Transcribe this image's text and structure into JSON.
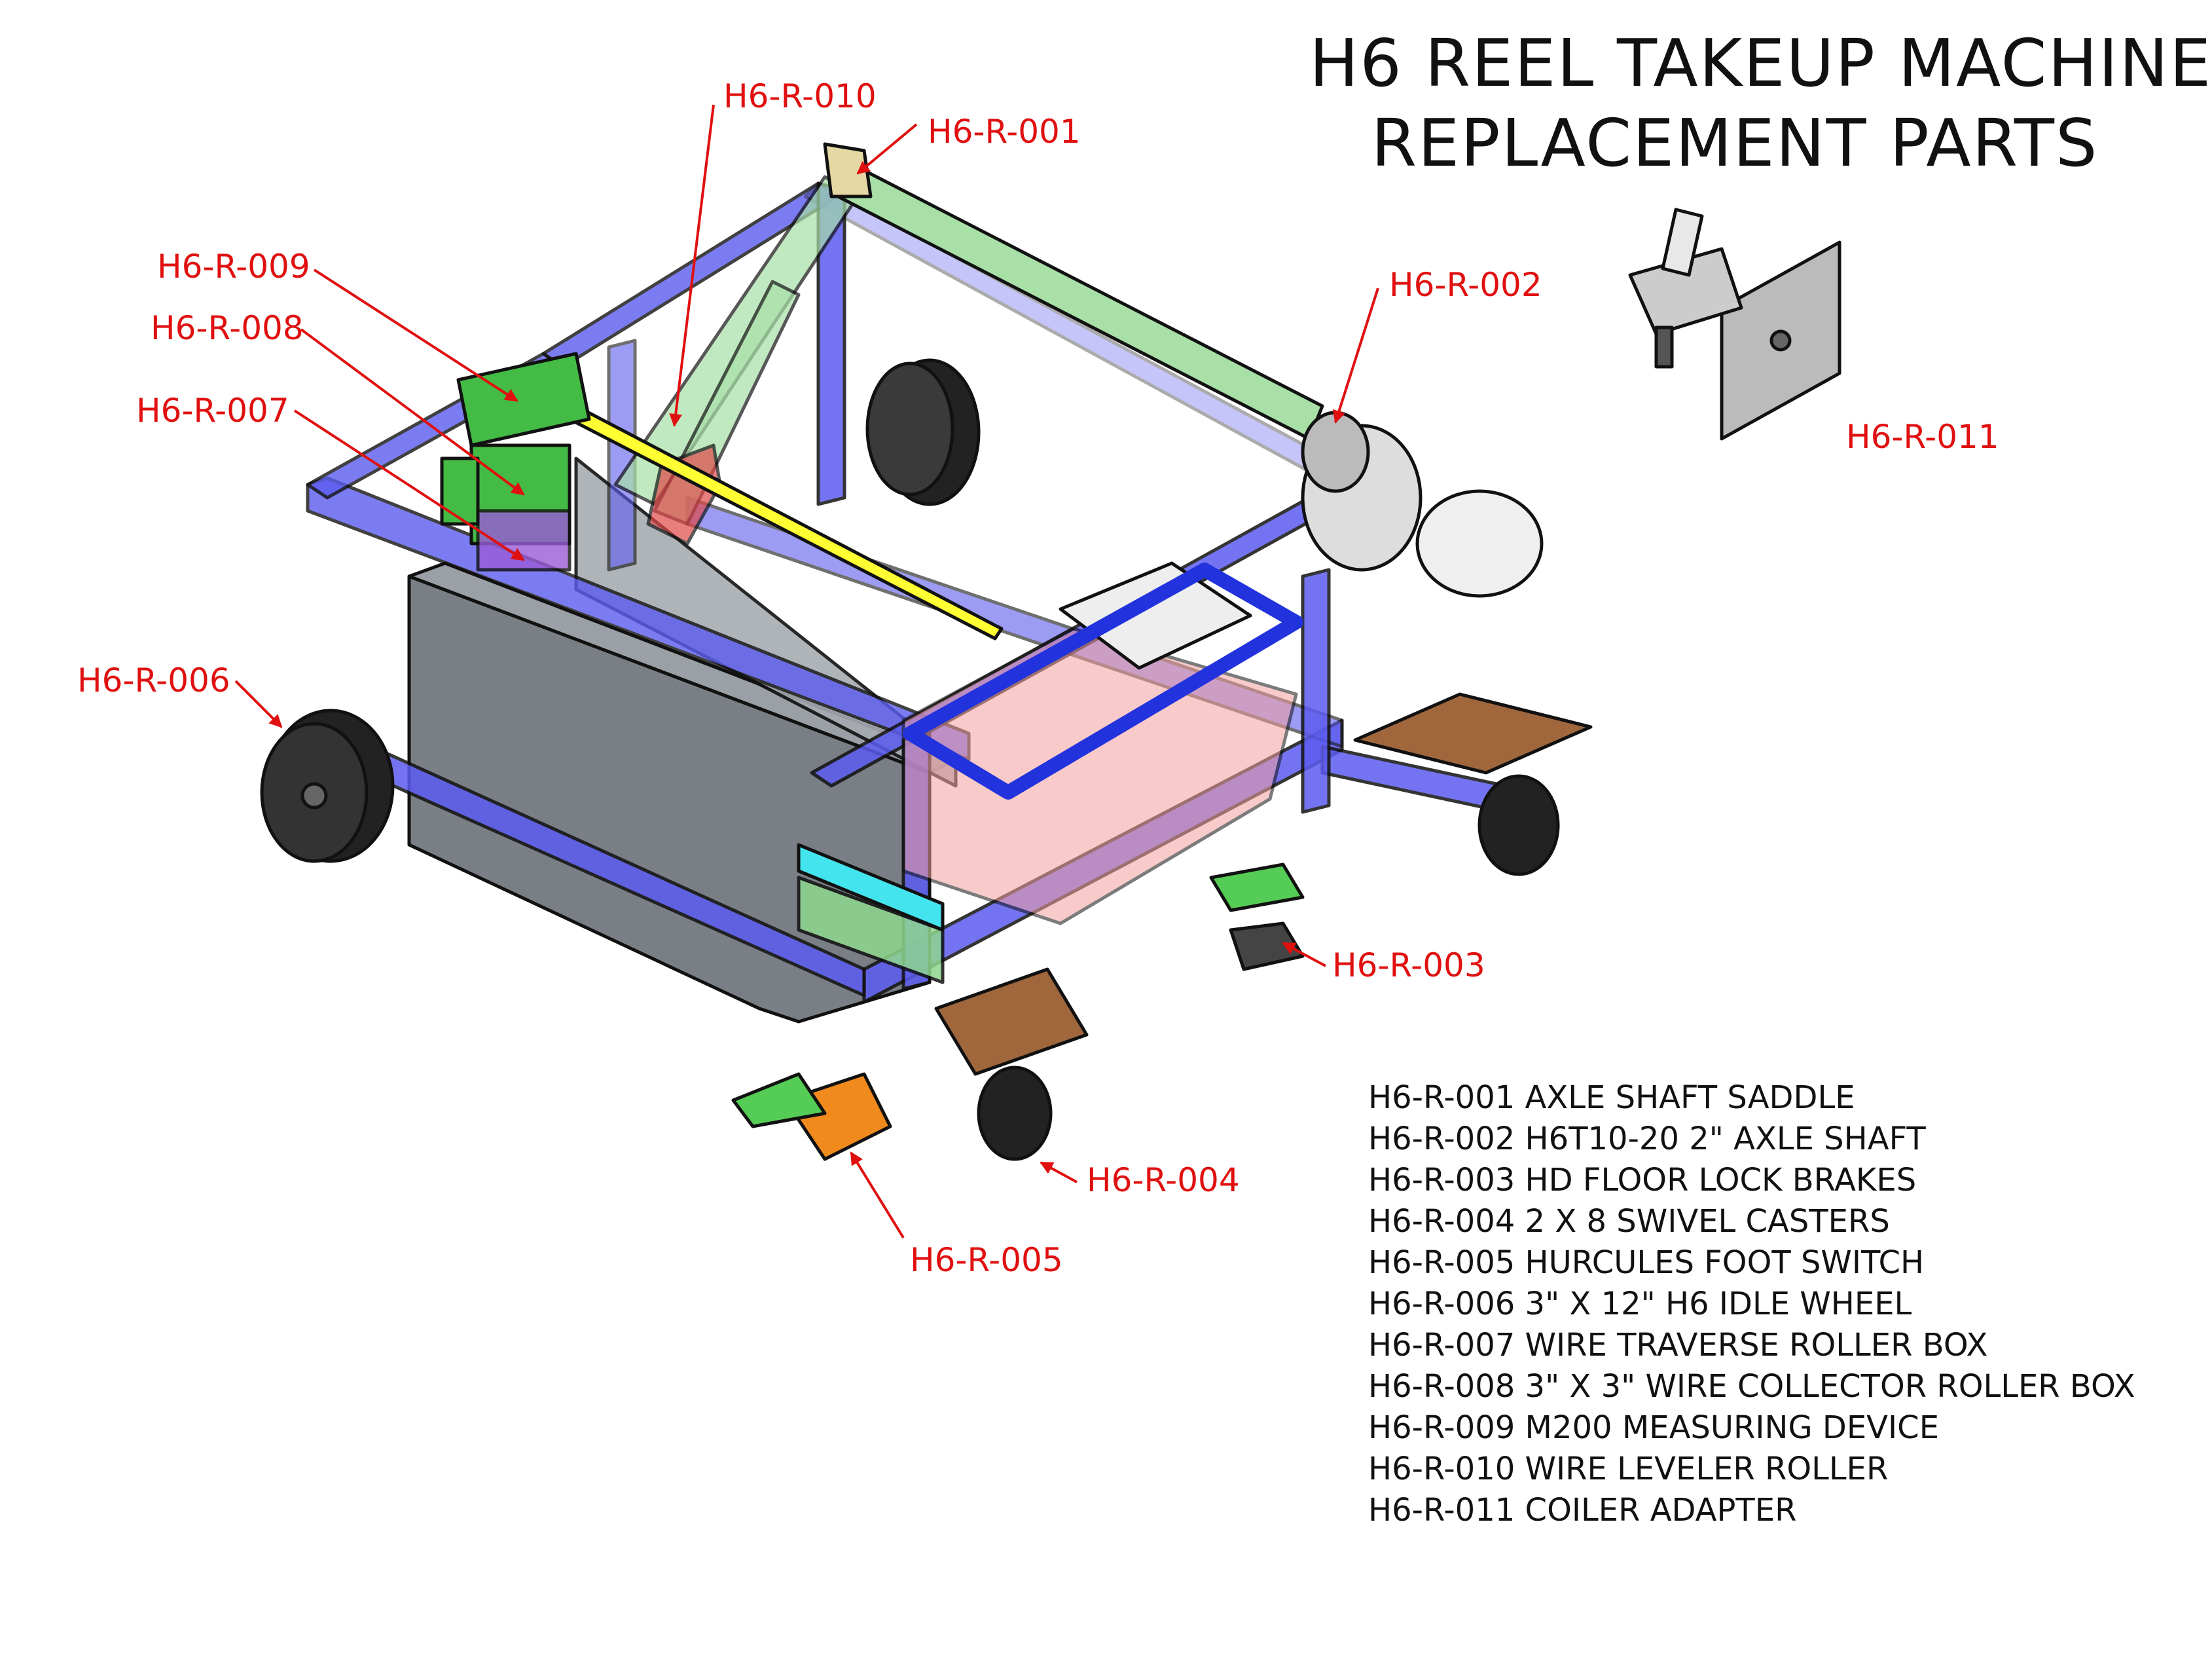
{
  "title": {
    "line1": "H6 REEL TAKEUP MACHINE",
    "line2": "REPLACEMENT PARTS"
  },
  "colors": {
    "callout": "#e01010",
    "frame": "#5c5cf0",
    "roller_green": "#a8e0a8",
    "yellow_bar": "#ffff33",
    "cyan_bar": "#44e4ee",
    "wheel": "#222222",
    "panel": "#7a7f86",
    "brown_plate": "#a0673d",
    "orange_switch": "#f08a1c",
    "pink_box": "#f4a0a0"
  },
  "callouts": {
    "c010": "H6-R-010",
    "c001": "H6-R-001",
    "c009": "H6-R-009",
    "c008": "H6-R-008",
    "c007": "H6-R-007",
    "c002": "H6-R-002",
    "c011": "H6-R-011",
    "c006": "H6-R-006",
    "c003": "H6-R-003",
    "c004": "H6-R-004",
    "c005": "H6-R-005"
  },
  "parts": [
    "H6-R-001 AXLE SHAFT SADDLE",
    "H6-R-002 H6T10-20 2\" AXLE SHAFT",
    "H6-R-003 HD FLOOR LOCK BRAKES",
    "H6-R-004 2 X 8 SWIVEL CASTERS",
    "H6-R-005 HURCULES FOOT SWITCH",
    "H6-R-006 3\" X 12\" H6 IDLE WHEEL",
    "H6-R-007 WIRE TRAVERSE ROLLER BOX",
    "H6-R-008 3\" X 3\" WIRE COLLECTOR ROLLER BOX",
    "H6-R-009 M200 MEASURING DEVICE",
    "H6-R-010 WIRE LEVELER ROLLER",
    "H6-R-011 COILER ADAPTER"
  ]
}
